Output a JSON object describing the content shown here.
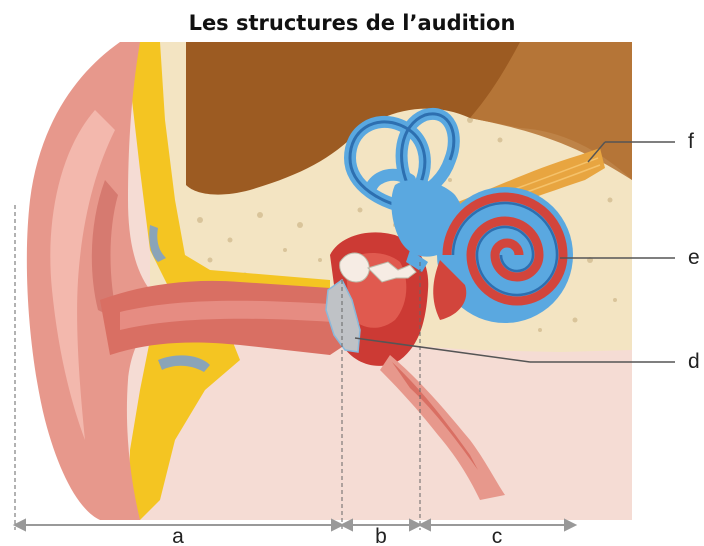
{
  "title": "Les structures de l’audition",
  "labels": {
    "a": "a",
    "b": "b",
    "c": "c",
    "d": "d",
    "e": "e",
    "f": "f"
  },
  "colors": {
    "bone": "#f3e4c2",
    "bone_dots": "#d9c49a",
    "brain": "#9c5b22",
    "brain_light": "#b8783a",
    "skin": "#f3ddd6",
    "outer_ear": "#e7988c",
    "canal": "#d96f63",
    "cartilage_yellow": "#f4c522",
    "middle_ear": "#cc3a34",
    "labyrinth": "#5aa8e0",
    "cochlea_red": "#d2453c",
    "nerve": "#e8a540",
    "tympan": "#bfc2c6",
    "line": "#555555"
  }
}
